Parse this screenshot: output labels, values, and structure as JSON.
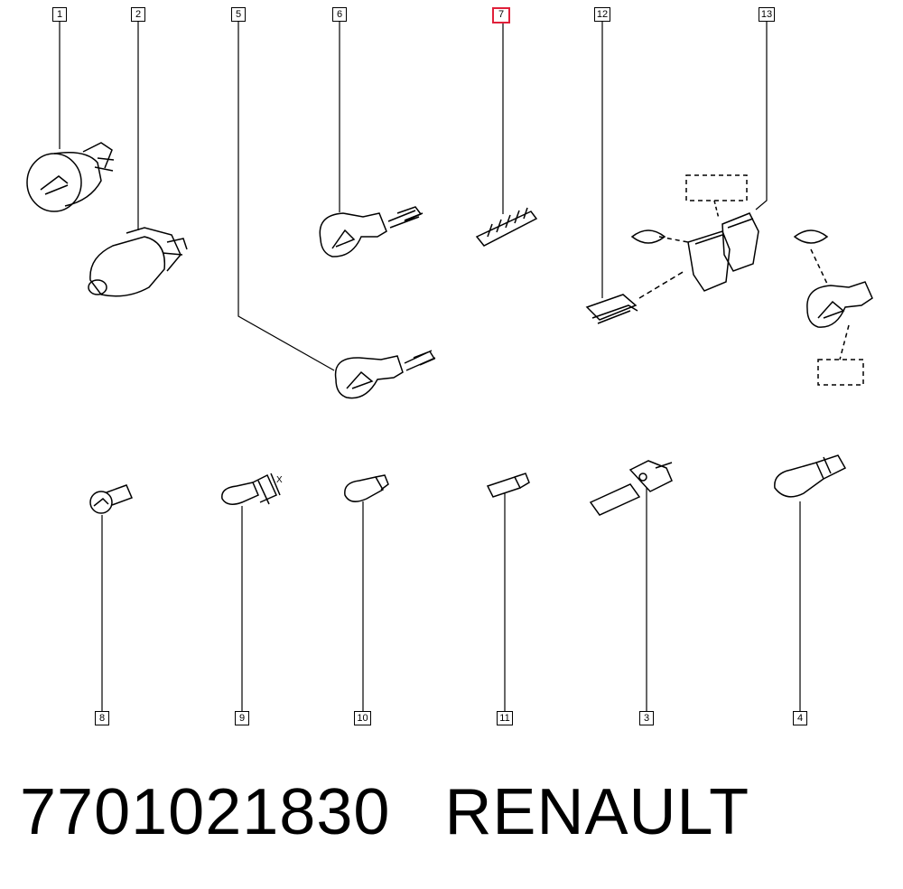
{
  "callouts": {
    "c1": "1",
    "c2": "2",
    "c5": "5",
    "c6": "6",
    "c7": "7",
    "c12": "12",
    "c13": "13",
    "c8": "8",
    "c9": "9",
    "c10": "10",
    "c11": "11",
    "c3": "3",
    "c4": "4"
  },
  "dimension_label": "X",
  "footer": {
    "part_number": "7701021830",
    "brand": "RENAULT"
  },
  "colors": {
    "line": "#000000",
    "selected_callout": "#e0203a",
    "background": "#ffffff"
  }
}
